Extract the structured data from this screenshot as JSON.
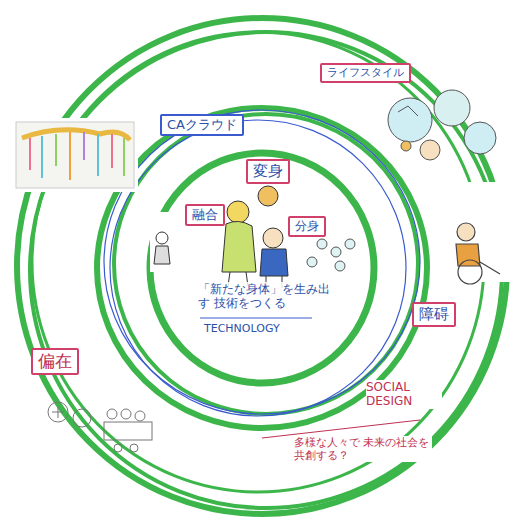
{
  "diagram": {
    "nodes": [
      {
        "text": [
          "変身"
        ]
      },
      {
        "text": [
          "融合"
        ]
      },
      {
        "text": [
          "分身"
        ]
      },
      {
        "text": [
          "CAクラウド"
        ]
      },
      {
        "text": [
          "ライフスタイル"
        ]
      },
      {
        "text": [
          "障碍"
        ]
      },
      {
        "text": [
          "偏在"
        ]
      }
    ],
    "labels": [
      "「新たな身体」を生み出す 技術をつくる",
      "TECHNOLOGY",
      "SOCIAL DESIGN",
      "多様な人々で 未来の社会を共創する？"
    ]
  }
}
